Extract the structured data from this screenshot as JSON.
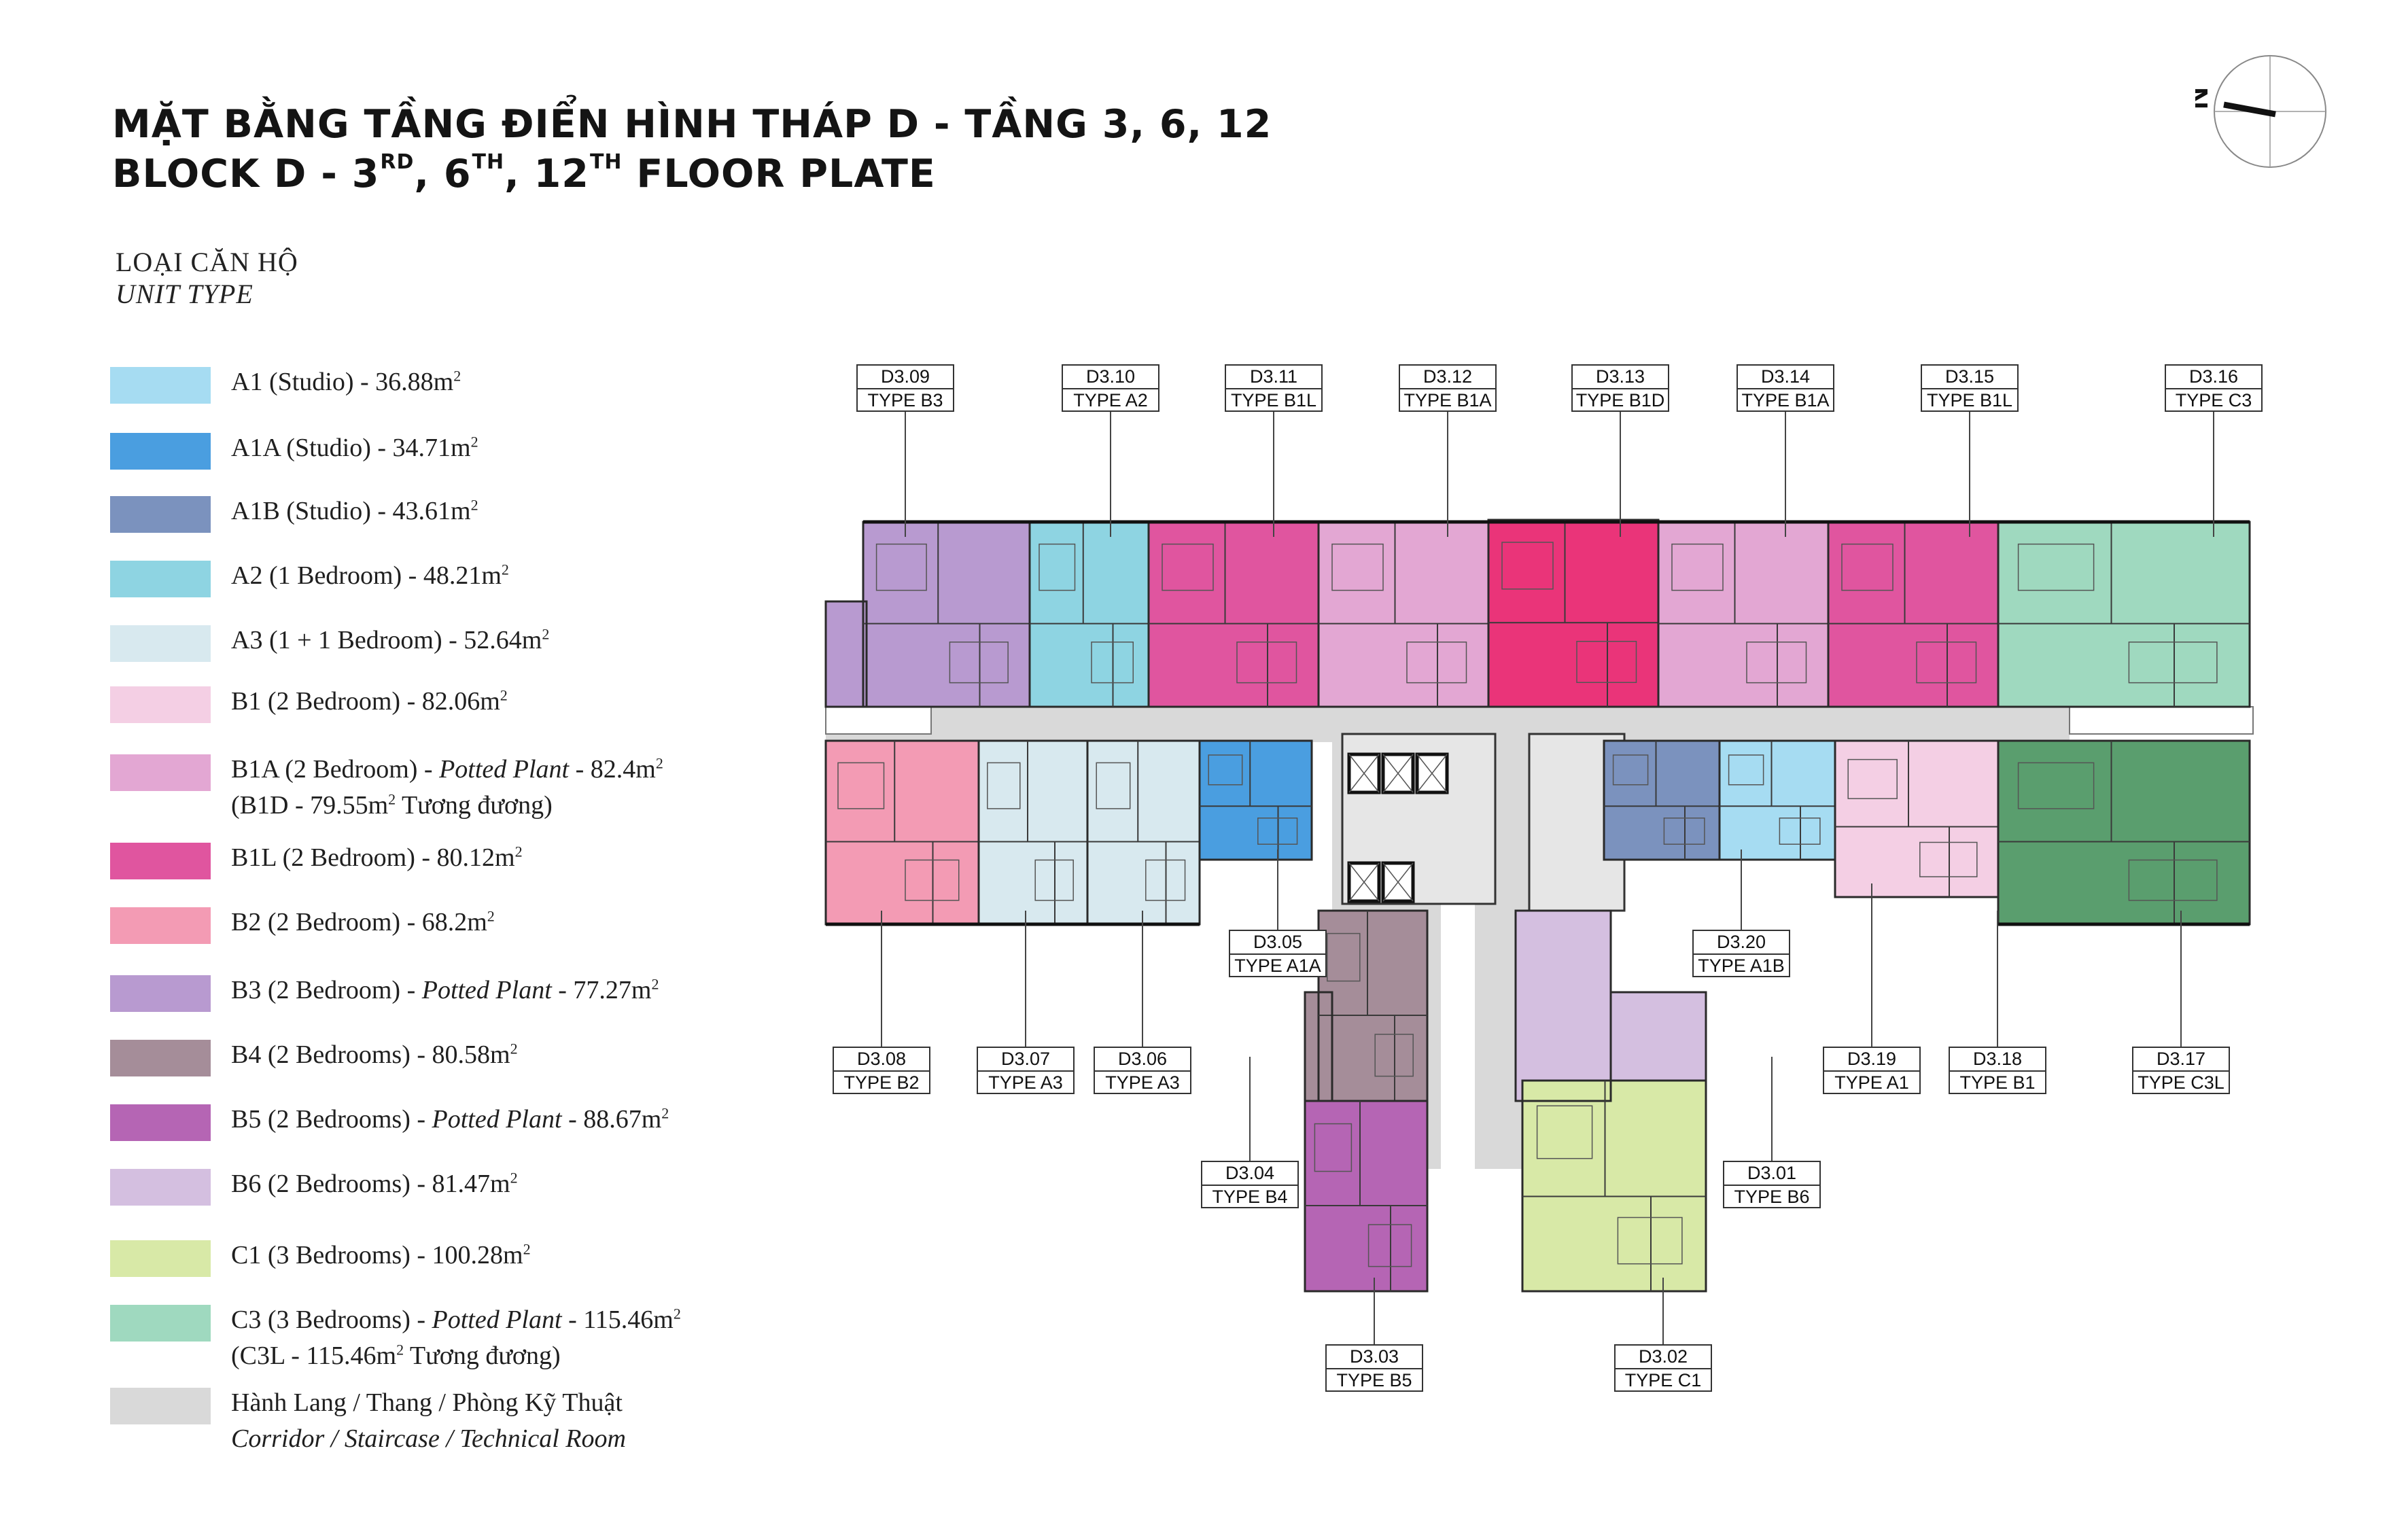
{
  "header": {
    "title_vi": "MẶT BẰNG TẦNG ĐIỂN HÌNH THÁP D - TẦNG 3, 6, 12",
    "title_en_prefix": "BLOCK D - 3",
    "title_en_sup1": "RD",
    "title_en_mid1": ", 6",
    "title_en_sup2": "TH",
    "title_en_mid2": ", 12",
    "title_en_sup3": "TH",
    "title_en_suffix": " FLOOR PLATE"
  },
  "compass": {
    "label": "N",
    "icon": "north-arrow-icon"
  },
  "unit_type_heading": {
    "vi": "LOẠI CĂN HỘ",
    "en": "UNIT TYPE"
  },
  "legend": [
    {
      "text": "A1 (Studio) - 36.88m",
      "sup": "2",
      "color": "#a6dcf2"
    },
    {
      "text": "A1A (Studio) - 34.71m",
      "sup": "2",
      "color": "#4a9ee0"
    },
    {
      "text": "A1B (Studio) - 43.61m",
      "sup": "2",
      "color": "#7b92be"
    },
    {
      "text": "A2 (1 Bedroom) - 48.21m",
      "sup": "2",
      "color": "#8ed4e2"
    },
    {
      "text": "A3 (1 + 1 Bedroom) - 52.64m",
      "sup": "2",
      "color": "#d8e9ef"
    },
    {
      "text": "B1 (2 Bedroom) - 82.06m",
      "sup": "2",
      "color": "#f4cfe4"
    },
    {
      "text": "B1A (2 Bedroom) - ",
      "italic": "Potted Plant",
      "after": " - 82.4m",
      "sup": "2",
      "line2": "(B1D - 79.55m",
      "line2_sup": "2",
      "line2_after": " Tương đương)",
      "color": "#e3a7d3"
    },
    {
      "text": "B1L (2 Bedroom) - 80.12m",
      "sup": "2",
      "color": "#e0559f"
    },
    {
      "text": "B2 (2 Bedroom) - 68.2m",
      "sup": "2",
      "color": "#f39bb4"
    },
    {
      "text": "B3 (2 Bedroom) - ",
      "italic": "Potted Plant",
      "after": " - 77.27m",
      "sup": "2",
      "color": "#b89ad0"
    },
    {
      "text": "B4 (2 Bedrooms) - 80.58m",
      "sup": "2",
      "color": "#a58d99"
    },
    {
      "text": "B5 (2 Bedrooms) - ",
      "italic": "Potted Plant",
      "after": " - 88.67m",
      "sup": "2",
      "color": "#b565b4"
    },
    {
      "text": "B6 (2 Bedrooms) - 81.47m",
      "sup": "2",
      "color": "#d4bfe0"
    },
    {
      "text": "C1 (3 Bedrooms) - 100.28m",
      "sup": "2",
      "color": "#d8e9a7"
    },
    {
      "text": "C3 (3 Bedrooms) - ",
      "italic": "Potted Plant",
      "after": " - 115.46m",
      "sup": "2",
      "line2": "(C3L - 115.46m",
      "line2_sup": "2",
      "line2_after": " Tương đương)",
      "color": "#9fd9bf"
    },
    {
      "text": "Hành Lang / Thang / Phòng Kỹ Thuật",
      "line2_en": "Corridor / Staircase / Technical Room",
      "color": "#d9d9d9"
    }
  ],
  "units": [
    {
      "code": "D3.09",
      "type": "TYPE B3",
      "color": "#b89ad0"
    },
    {
      "code": "D3.10",
      "type": "TYPE A2",
      "color": "#8ed4e2"
    },
    {
      "code": "D3.11",
      "type": "TYPE B1L",
      "color": "#e0559f"
    },
    {
      "code": "D3.12",
      "type": "TYPE B1A",
      "color": "#e3a7d3"
    },
    {
      "code": "D3.13",
      "type": "TYPE B1D",
      "color": "#ea3479"
    },
    {
      "code": "D3.14",
      "type": "TYPE B1A",
      "color": "#e3a7d3"
    },
    {
      "code": "D3.15",
      "type": "TYPE B1L",
      "color": "#e0559f"
    },
    {
      "code": "D3.16",
      "type": "TYPE C3",
      "color": "#9fd9bf"
    },
    {
      "code": "D3.08",
      "type": "TYPE B2",
      "color": "#f39bb4"
    },
    {
      "code": "D3.07",
      "type": "TYPE A3",
      "color": "#d8e9ef"
    },
    {
      "code": "D3.06",
      "type": "TYPE A3",
      "color": "#d8e9ef"
    },
    {
      "code": "D3.05",
      "type": "TYPE A1A",
      "color": "#4a9ee0"
    },
    {
      "code": "D3.20",
      "type": "TYPE A1B",
      "color": "#7b92be"
    },
    {
      "code": "D3.19",
      "type": "TYPE A1",
      "color": "#a6dcf2"
    },
    {
      "code": "D3.18",
      "type": "TYPE B1",
      "color": "#f4cfe4"
    },
    {
      "code": "D3.17",
      "type": "TYPE C3L",
      "color": "#5a9e6e"
    },
    {
      "code": "D3.04",
      "type": "TYPE B4",
      "color": "#a58d99"
    },
    {
      "code": "D3.01",
      "type": "TYPE B6",
      "color": "#d4bfe0"
    },
    {
      "code": "D3.03",
      "type": "TYPE B5",
      "color": "#b565b4"
    },
    {
      "code": "D3.02",
      "type": "TYPE C1",
      "color": "#d8e9a7"
    }
  ],
  "corridor_color": "#d9d9d9"
}
